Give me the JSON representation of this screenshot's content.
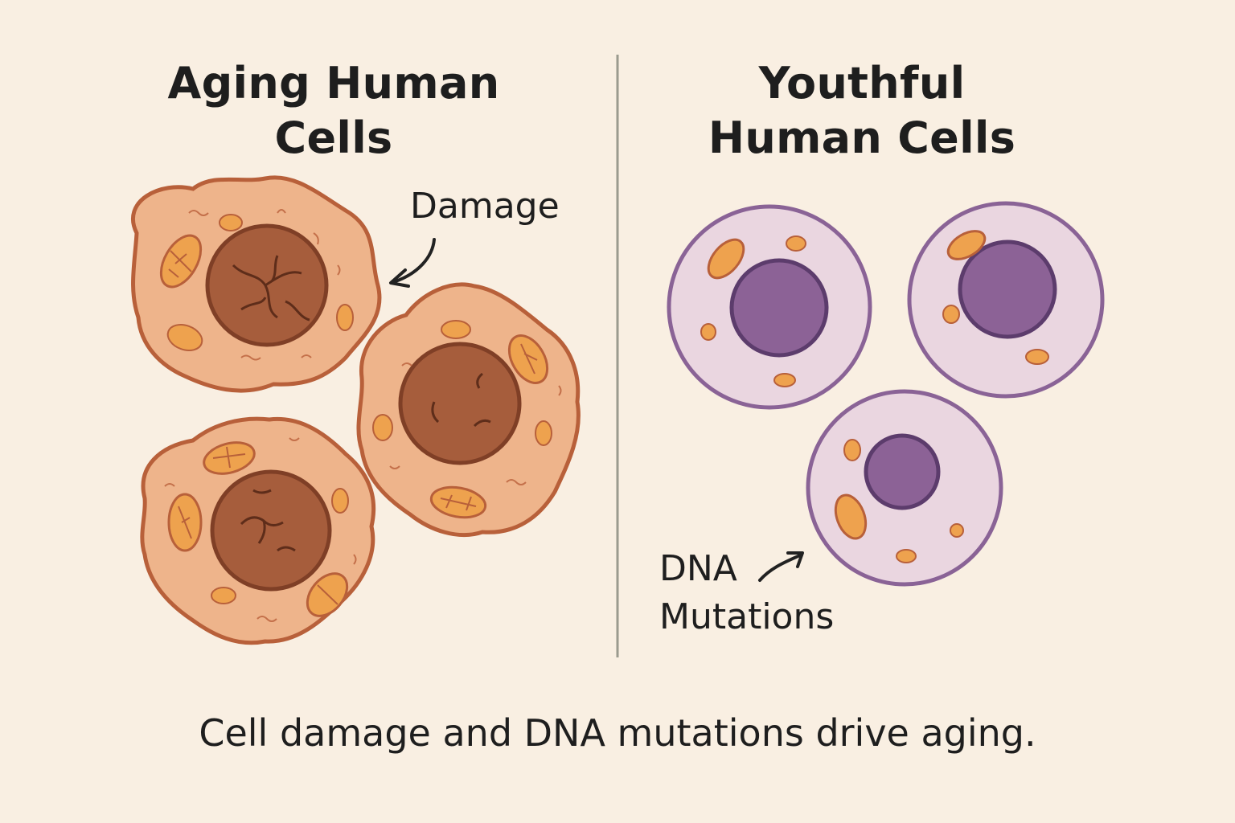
{
  "left_panel": {
    "title_line1": "Aging Human",
    "title_line2": "Cells"
  },
  "right_panel": {
    "title_line1": "Youthful",
    "title_line2": "Human Cells"
  },
  "annotations": {
    "damage": "Damage",
    "dna_line1": "DNA",
    "dna_line2": "Mutations"
  },
  "caption": "Cell damage and DNA mutations drive aging.",
  "colors": {
    "background": "#f9efe2",
    "aging_cell_fill": "#eeb48b",
    "aging_cell_outline": "#b8603a",
    "aging_nucleus": "#a65d3c",
    "youthful_cell_fill": "#ead6e0",
    "youthful_cell_outline": "#8a6396",
    "youthful_nucleus": "#8c6296",
    "mitochondria": "#eea24e",
    "divider": "#9b9b8f"
  }
}
